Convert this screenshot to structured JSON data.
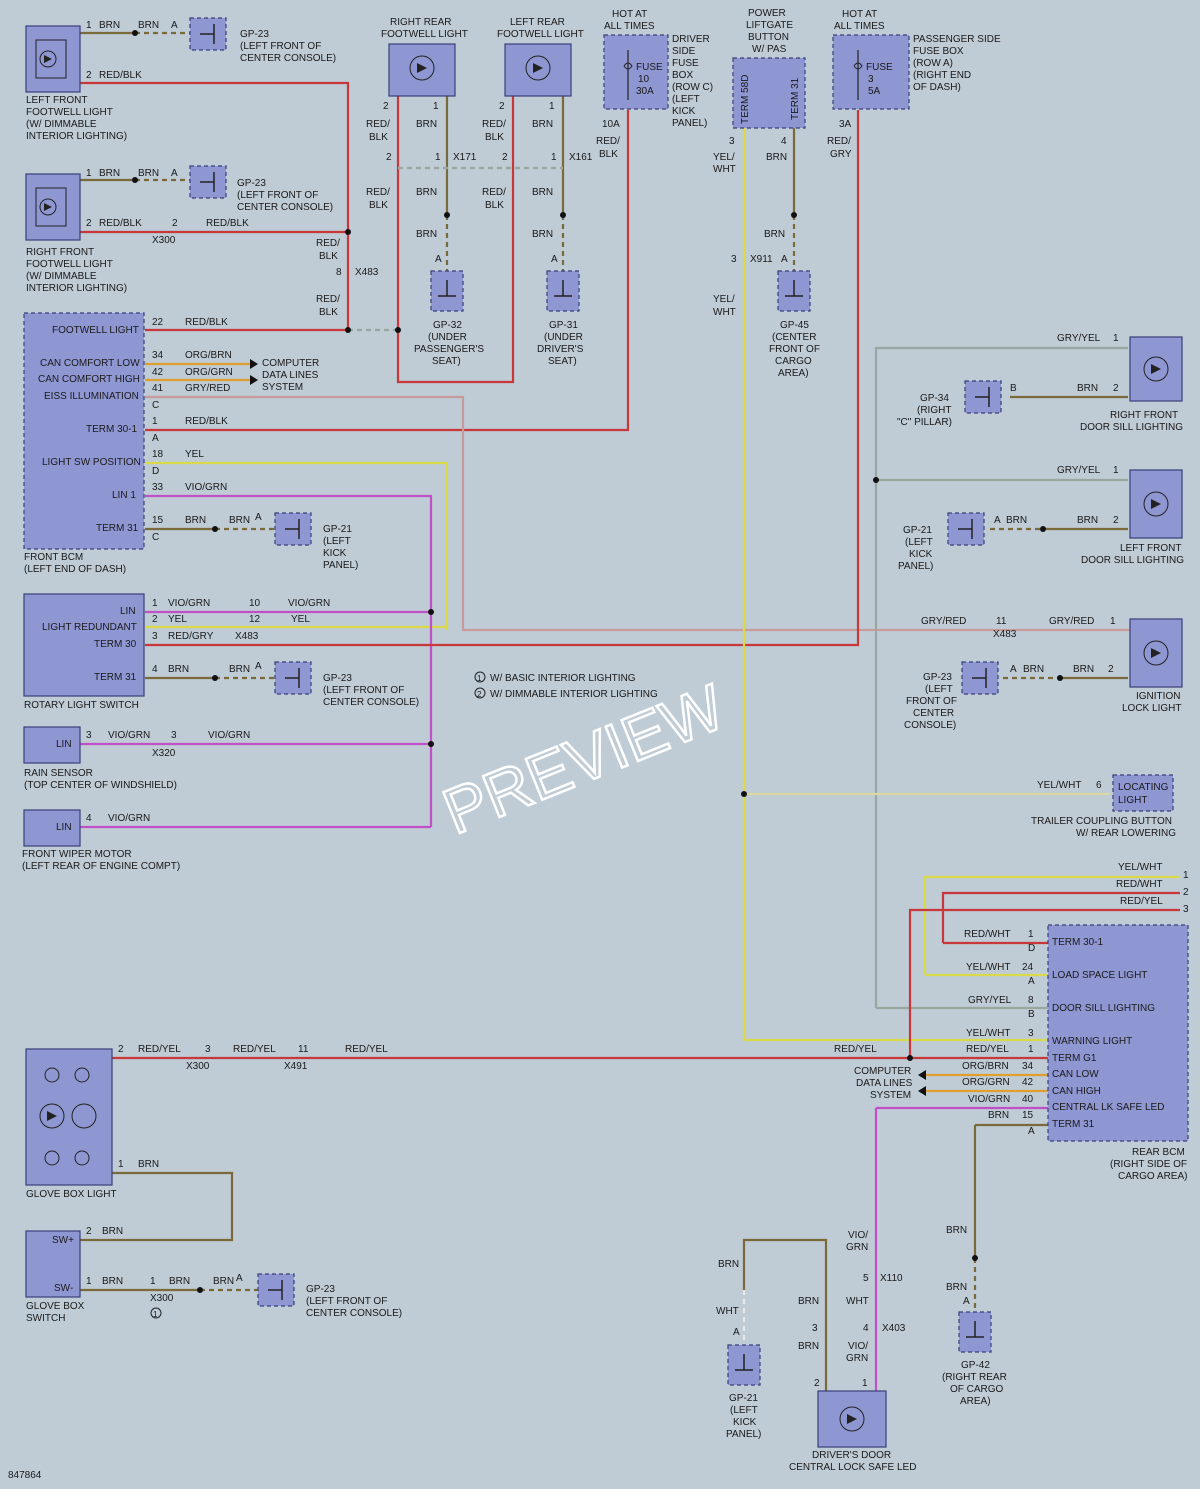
{
  "diagram_id": "847864",
  "watermark": "PREVIEW",
  "notes": {
    "n1": "W/ BASIC INTERIOR LIGHTING",
    "n2": "W/ DIMMABLE INTERIOR LIGHTING",
    "m1": "1",
    "m2": "2"
  },
  "c": {
    "lffl": [
      "LEFT FRONT",
      "FOOTWELL LIGHT",
      "(W/ DIMMABLE",
      "INTERIOR LIGHTING)"
    ],
    "rffl": [
      "RIGHT FRONT",
      "FOOTWELL LIGHT",
      "(W/ DIMMABLE",
      "INTERIOR LIGHTING)"
    ],
    "gp23a": [
      "GP-23",
      "(LEFT FRONT OF",
      "CENTER CONSOLE)"
    ],
    "rrfl": [
      "RIGHT REAR",
      "FOOTWELL LIGHT"
    ],
    "lrfl": [
      "LEFT REAR",
      "FOOTWELL LIGHT"
    ],
    "hot1": [
      "HOT AT",
      "ALL TIMES"
    ],
    "dsfb": [
      "DRIVER",
      "SIDE",
      "FUSE",
      "BOX",
      "(ROW C)",
      "(LEFT",
      "KICK",
      "PANEL)"
    ],
    "fuse1": [
      "FUSE",
      "10",
      "30A"
    ],
    "plb": [
      "POWER",
      "LIFTGATE",
      "BUTTON",
      "W/ PAS"
    ],
    "term58d": "TERM 58D",
    "term31v": "TERM 31",
    "hot2": [
      "HOT AT",
      "ALL TIMES"
    ],
    "psfb": [
      "PASSENGER SIDE",
      "FUSE BOX",
      "(ROW A)",
      "(RIGHT END",
      "OF DASH)"
    ],
    "fuse2": [
      "FUSE",
      "3",
      "5A"
    ],
    "gp32": [
      "GP-32",
      "(UNDER",
      "PASSENGER'S",
      "SEAT)"
    ],
    "gp31": [
      "GP-31",
      "(UNDER",
      "DRIVER'S",
      "SEAT)"
    ],
    "gp45": [
      "GP-45",
      "(CENTER",
      "FRONT OF",
      "CARGO",
      "AREA)"
    ],
    "fbcm_pins": [
      "FOOTWELL LIGHT",
      "CAN COMFORT LOW",
      "CAN COMFORT HIGH",
      "EISS ILLUMINATION",
      "TERM 30-1",
      "LIGHT SW POSITION",
      "LIN 1",
      "TERM 31"
    ],
    "fbcm": [
      "FRONT BCM",
      "(LEFT END OF DASH)"
    ],
    "cdls": [
      "COMPUTER",
      "DATA LINES",
      "SYSTEM"
    ],
    "gp21a": [
      "GP-21",
      "(LEFT",
      "KICK",
      "PANEL)"
    ],
    "rls_pins": [
      "LIN",
      "LIGHT REDUNDANT",
      "TERM 30",
      "TERM 31"
    ],
    "rls": "ROTARY LIGHT SWITCH",
    "gp23b": [
      "GP-23",
      "(LEFT FRONT OF",
      "CENTER CONSOLE)"
    ],
    "lin": "LIN",
    "rain": [
      "RAIN SENSOR",
      "(TOP CENTER OF WINDSHIELD)"
    ],
    "fwm": [
      "FRONT WIPER MOTOR",
      "(LEFT REAR OF ENGINE COMPT)"
    ],
    "rfdsl": [
      "RIGHT FRONT",
      "DOOR SILL LIGHTING"
    ],
    "gp34": [
      "GP-34",
      "(RIGHT",
      "\"C\" PILLAR)"
    ],
    "lfdsl": [
      "LEFT FRONT",
      "DOOR SILL LIGHTING"
    ],
    "gp21b": [
      "GP-21",
      "(LEFT",
      "KICK",
      "PANEL)"
    ],
    "ill": [
      "IGNITION",
      "LOCK LIGHT"
    ],
    "gp23c": [
      "GP-23",
      "(LEFT",
      "FRONT OF",
      "CENTER",
      "CONSOLE)"
    ],
    "loc": [
      "LOCATING",
      "LIGHT"
    ],
    "tcb": [
      "TRAILER COUPLING BUTTON",
      "W/ REAR LOWERING"
    ],
    "rbcm_pins": [
      "TERM 30-1",
      "LOAD SPACE LIGHT",
      "DOOR SILL LIGHTING",
      "WARNING LIGHT",
      "TERM G1",
      "CAN LOW",
      "CAN HIGH",
      "CENTRAL LK SAFE LED",
      "TERM 31"
    ],
    "rbcm": [
      "REAR BCM",
      "(RIGHT SIDE OF",
      "CARGO AREA)"
    ],
    "gbl": "GLOVE BOX LIGHT",
    "sw": [
      "SW+",
      "SW-"
    ],
    "gbs": [
      "GLOVE BOX",
      "SWITCH"
    ],
    "gp23d": [
      "GP-23",
      "(LEFT FRONT OF",
      "CENTER CONSOLE)"
    ],
    "gp21c": [
      "GP-21",
      "(LEFT",
      "KICK",
      "PANEL)"
    ],
    "dcl": [
      "DRIVER'S DOOR",
      "CENTRAL LOCK SAFE LED"
    ],
    "gp42": [
      "GP-42",
      "(RIGHT REAR",
      "OF CARGO",
      "AREA)"
    ]
  },
  "w": {
    "brn": "BRN",
    "redblk": "RED/BLK",
    "red_": "RED/",
    "blk": "BLK",
    "orgbrn": "ORG/BRN",
    "orggrn": "ORG/GRN",
    "gryred": "GRY/RED",
    "yel": "YEL",
    "viogrn": "VIO/GRN",
    "redgry": "RED/GRY",
    "gryyel": "GRY/YEL",
    "yelwht": "YEL/WHT",
    "yel_": "YEL/",
    "wht": "WHT",
    "redwht": "RED/WHT",
    "redyel": "RED/YEL",
    "vio_": "VIO/",
    "grn": "GRN",
    "gry": "GRY"
  },
  "x": {
    "x300": "X300",
    "x483": "X483",
    "x171": "X171",
    "x161": "X161",
    "x911": "X911",
    "x320": "X320",
    "x491": "X491",
    "x110": "X110",
    "x403": "X403"
  },
  "p": {
    "p1": "1",
    "p2": "2",
    "p3": "3",
    "p4": "4",
    "p5": "5",
    "p6": "6",
    "p8": "8",
    "p10": "10",
    "p11": "11",
    "p12": "12",
    "p15": "15",
    "p18": "18",
    "p22": "22",
    "p24": "24",
    "p33": "33",
    "p34": "34",
    "p40": "40",
    "p41": "41",
    "p42": "42",
    "A": "A",
    "B": "B",
    "C": "C",
    "D": "D",
    "pa3": "3A",
    "pa10": "10A"
  }
}
